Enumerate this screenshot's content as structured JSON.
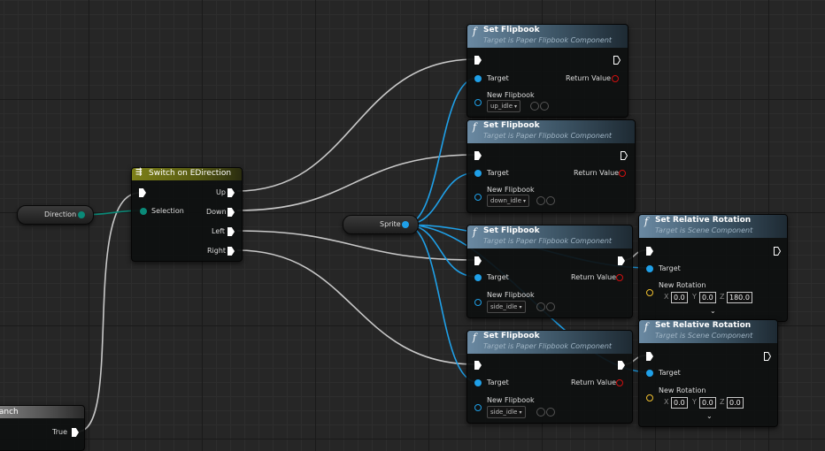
{
  "nodes": {
    "set_flipbook_1": {
      "title": "Set Flipbook",
      "subtitle": "Target is Paper Flipbook Component",
      "target": "Target",
      "return_value": "Return Value",
      "new_flipbook": "New Flipbook",
      "value": "up_idle"
    },
    "set_flipbook_2": {
      "title": "Set Flipbook",
      "subtitle": "Target is Paper Flipbook Component",
      "target": "Target",
      "return_value": "Return Value",
      "new_flipbook": "New Flipbook",
      "value": "down_idle"
    },
    "set_flipbook_3": {
      "title": "Set Flipbook",
      "subtitle": "Target is Paper Flipbook Component",
      "target": "Target",
      "return_value": "Return Value",
      "new_flipbook": "New Flipbook",
      "value": "side_idle"
    },
    "set_flipbook_4": {
      "title": "Set Flipbook",
      "subtitle": "Target is Paper Flipbook Component",
      "target": "Target",
      "return_value": "Return Value",
      "new_flipbook": "New Flipbook",
      "value": "side_idle"
    },
    "set_rotation_1": {
      "title": "Set Relative Rotation",
      "subtitle": "Target is Scene Component",
      "target": "Target",
      "new_rotation": "New Rotation",
      "x": "0.0",
      "y": "0.0",
      "z": "180.0"
    },
    "set_rotation_2": {
      "title": "Set Relative Rotation",
      "subtitle": "Target is Scene Component",
      "target": "Target",
      "new_rotation": "New Rotation",
      "x": "0.0",
      "y": "0.0",
      "z": "0.0"
    },
    "switch": {
      "title": "Switch on EDirection",
      "selection": "Selection",
      "up": "Up",
      "down": "Down",
      "left": "Left",
      "right": "Right"
    },
    "direction": {
      "label": "Direction"
    },
    "sprite": {
      "label": "Sprite"
    },
    "branch": {
      "title": "Branch",
      "true_label": "True"
    }
  },
  "axis_labels": {
    "x": "X",
    "y": "Y",
    "z": "Z"
  },
  "icons": {
    "function": "f",
    "switch": "switch-icon",
    "chevron": "⌄"
  },
  "colors": {
    "exec": "#ffffff",
    "object_pin": "#1fa0e8",
    "enum_pin": "#0a8a78",
    "return_pin": "#d01010",
    "function_header": "#6a89a2",
    "switch_header": "#7d8018"
  }
}
